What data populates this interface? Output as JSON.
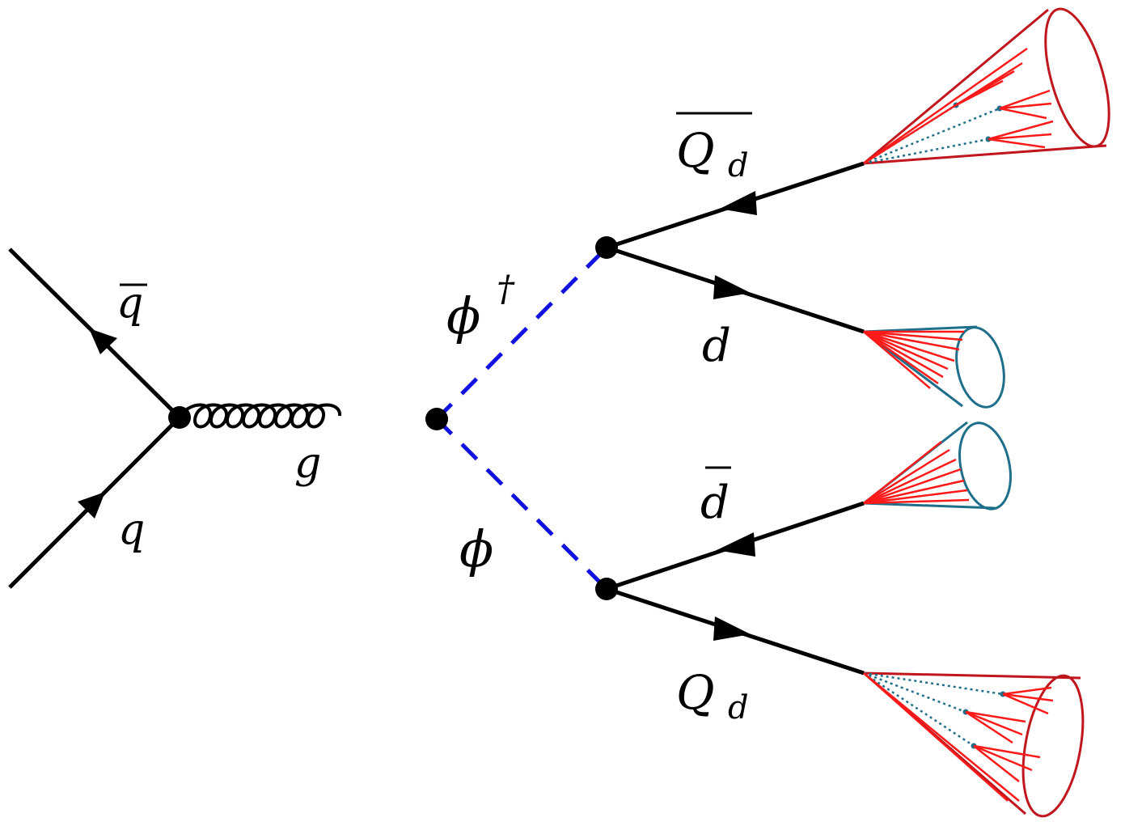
{
  "diagram": {
    "title": "Feynman diagram: q qbar -> g -> phi phi-dagger pair production with jets",
    "colors": {
      "fermion": "#000000",
      "scalar": "#1010e0",
      "dark_jet": "#c0161d",
      "dark_jet_inner": "#ff1a1a",
      "visible_jet": "#1f6f8b",
      "dotted": "#1f6f8b"
    },
    "labels": {
      "qbar": "q",
      "q": "q",
      "g": "g",
      "phi_dagger": "ϕ",
      "dagger": "†",
      "phi": "ϕ",
      "Qd_bar": "Q",
      "Qd_bar_sub": "d",
      "d": "d",
      "d_bar": "d",
      "Qd": "Q",
      "Qd_sub": "d"
    }
  }
}
